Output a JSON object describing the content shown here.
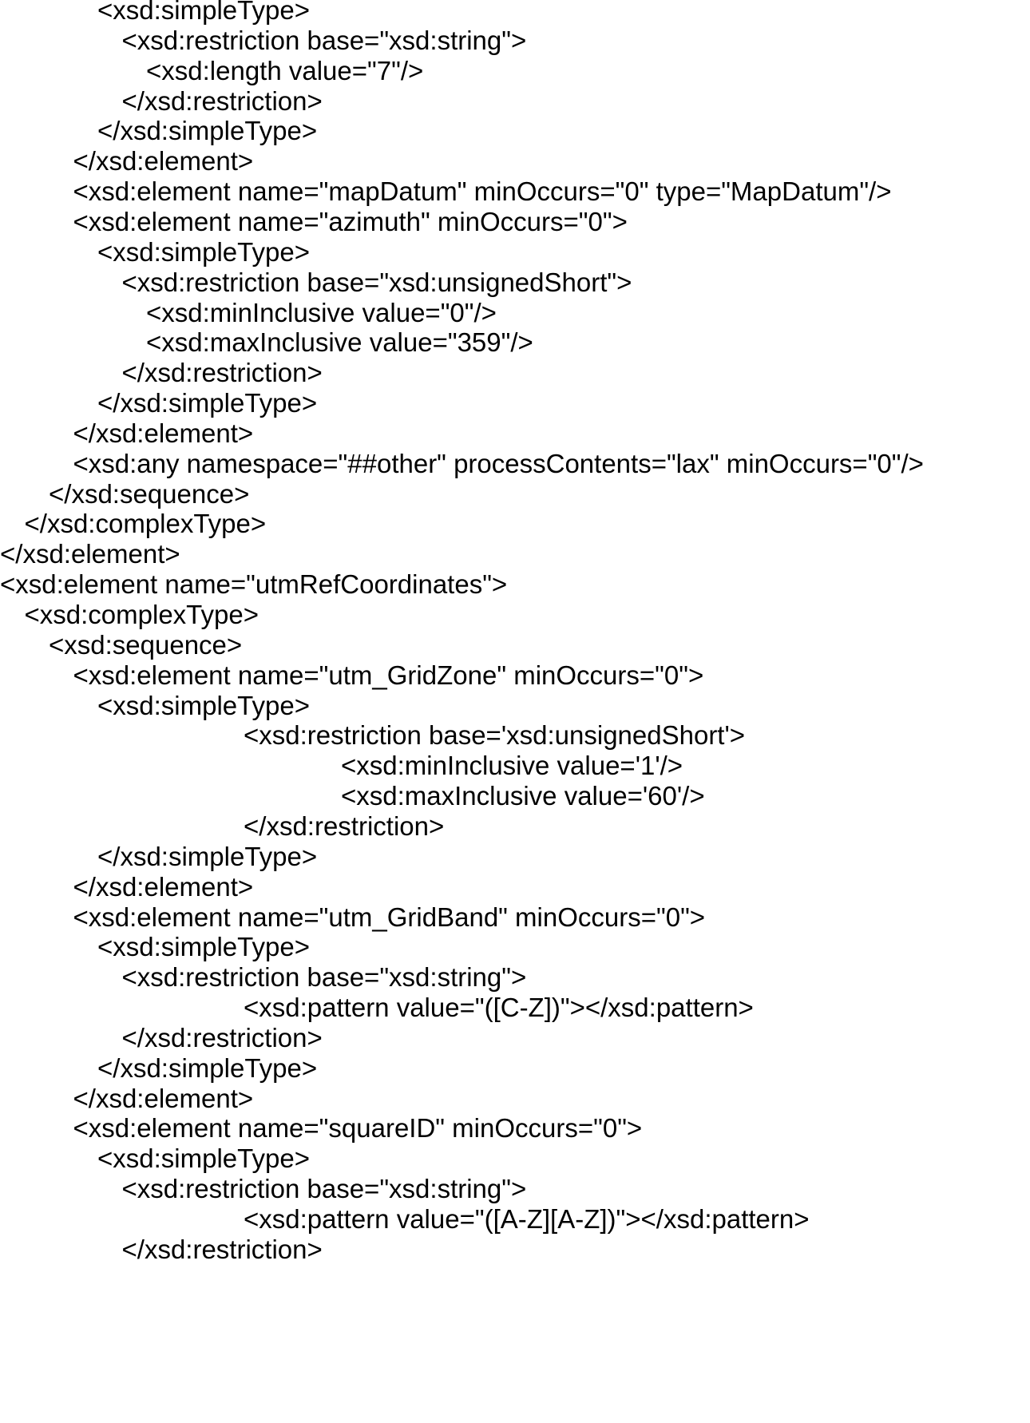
{
  "lines": [
    {
      "indent": 4,
      "text": "<xsd:simpleType>"
    },
    {
      "indent": 5,
      "text": "<xsd:restriction base=\"xsd:string\">"
    },
    {
      "indent": 6,
      "text": "<xsd:length value=\"7\"/>"
    },
    {
      "indent": 5,
      "text": "</xsd:restriction>"
    },
    {
      "indent": 4,
      "text": "</xsd:simpleType>"
    },
    {
      "indent": 3,
      "text": "</xsd:element>"
    },
    {
      "indent": 3,
      "text": "<xsd:element name=\"mapDatum\" minOccurs=\"0\" type=\"MapDatum\"/>"
    },
    {
      "indent": 3,
      "text": "<xsd:element name=\"azimuth\" minOccurs=\"0\">"
    },
    {
      "indent": 4,
      "text": "<xsd:simpleType>"
    },
    {
      "indent": 5,
      "text": "<xsd:restriction base=\"xsd:unsignedShort\">"
    },
    {
      "indent": 6,
      "text": "<xsd:minInclusive value=\"0\"/>"
    },
    {
      "indent": 6,
      "text": "<xsd:maxInclusive value=\"359\"/>"
    },
    {
      "indent": 5,
      "text": "</xsd:restriction>"
    },
    {
      "indent": 4,
      "text": "</xsd:simpleType>"
    },
    {
      "indent": 3,
      "text": "</xsd:element>"
    },
    {
      "indent": 3,
      "text": "<xsd:any namespace=\"##other\" processContents=\"lax\" minOccurs=\"0\"/>"
    },
    {
      "indent": 2,
      "text": "</xsd:sequence>"
    },
    {
      "indent": 1,
      "text": "</xsd:complexType>"
    },
    {
      "indent": 0,
      "text": "</xsd:element>"
    },
    {
      "indent": 0,
      "text": "<xsd:element name=\"utmRefCoordinates\">"
    },
    {
      "indent": 1,
      "text": "<xsd:complexType>"
    },
    {
      "indent": 2,
      "text": "<xsd:sequence>"
    },
    {
      "indent": 3,
      "text": "<xsd:element name=\"utm_GridZone\" minOccurs=\"0\">"
    },
    {
      "indent": 4,
      "text": "<xsd:simpleType>"
    },
    {
      "indent": 10,
      "text": "<xsd:restriction base='xsd:unsignedShort'>"
    },
    {
      "indent": 14,
      "text": "<xsd:minInclusive value='1'/>"
    },
    {
      "indent": 14,
      "text": "<xsd:maxInclusive value='60'/>"
    },
    {
      "indent": 10,
      "text": "</xsd:restriction>"
    },
    {
      "indent": 4,
      "text": "</xsd:simpleType>"
    },
    {
      "indent": 3,
      "text": "</xsd:element>"
    },
    {
      "indent": 3,
      "text": "<xsd:element name=\"utm_GridBand\" minOccurs=\"0\">"
    },
    {
      "indent": 4,
      "text": "<xsd:simpleType>"
    },
    {
      "indent": 5,
      "text": "<xsd:restriction base=\"xsd:string\">"
    },
    {
      "indent": 10,
      "text": "<xsd:pattern value=\"([C-Z])\"></xsd:pattern>"
    },
    {
      "indent": 5,
      "text": "</xsd:restriction>"
    },
    {
      "indent": 4,
      "text": "</xsd:simpleType>"
    },
    {
      "indent": 3,
      "text": "</xsd:element>"
    },
    {
      "indent": 3,
      "text": "<xsd:element name=\"squareID\" minOccurs=\"0\">"
    },
    {
      "indent": 4,
      "text": "<xsd:simpleType>"
    },
    {
      "indent": 5,
      "text": "<xsd:restriction base=\"xsd:string\">"
    },
    {
      "indent": 10,
      "text": "<xsd:pattern value=\"([A-Z][A-Z])\"></xsd:pattern>"
    },
    {
      "indent": 5,
      "text": "</xsd:restriction>"
    }
  ]
}
